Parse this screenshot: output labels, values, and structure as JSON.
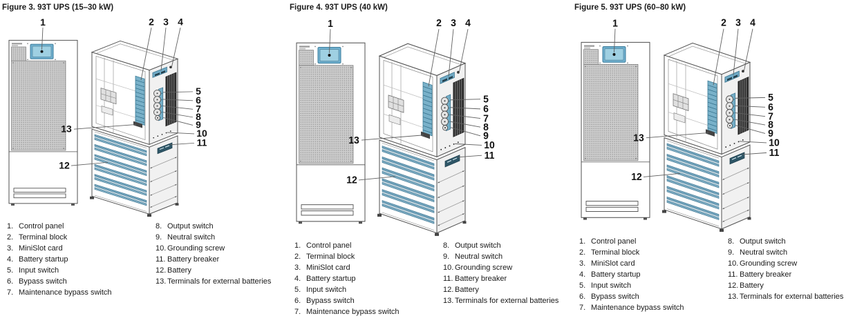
{
  "figures": [
    {
      "title": "Figure 3. 93T UPS (15–30 kW)"
    },
    {
      "title": "Figure 4. 93T UPS (40 kW)"
    },
    {
      "title": "Figure 5. 93T UPS (60–80 kW)"
    }
  ],
  "callouts": [
    "1",
    "2",
    "3",
    "4",
    "5",
    "6",
    "7",
    "8",
    "9",
    "10",
    "11",
    "12",
    "13"
  ],
  "legend": {
    "col1": [
      {
        "num": "1.",
        "label": "Control panel"
      },
      {
        "num": "2.",
        "label": "Terminal block"
      },
      {
        "num": "3.",
        "label": "MiniSlot card"
      },
      {
        "num": "4.",
        "label": "Battery startup"
      },
      {
        "num": "5.",
        "label": "Input switch"
      },
      {
        "num": "6.",
        "label": "Bypass switch"
      },
      {
        "num": "7.",
        "label": "Maintenance bypass switch"
      }
    ],
    "col2": [
      {
        "num": "8.",
        "label": "Output switch"
      },
      {
        "num": "9.",
        "label": "Neutral switch"
      },
      {
        "num": "10.",
        "label": "Grounding screw"
      },
      {
        "num": "11.",
        "label": "Battery breaker"
      },
      {
        "num": "12.",
        "label": "Battery"
      },
      {
        "num": "13.",
        "label": "Terminals for external batteries"
      }
    ]
  },
  "colors": {
    "panel_blue": "#6fb0cf",
    "terminal_teal": "#79b1c9",
    "battery_slat": "#7fadc4",
    "grille_dark": "#2d2d2d",
    "line": "#4f4f4f"
  }
}
